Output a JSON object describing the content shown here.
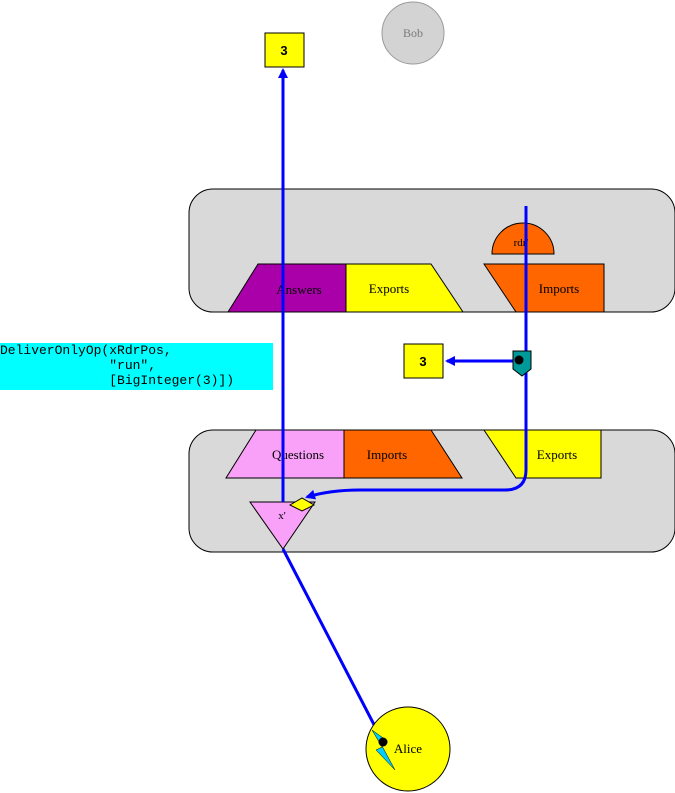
{
  "bob": {
    "label": "Bob"
  },
  "alice": {
    "label": "Alice"
  },
  "top_box": {
    "answers_label": "Answers",
    "exports_label": "Exports",
    "imports_label": "Imports",
    "rdr_label": "rdr'"
  },
  "bottom_box": {
    "questions_label": "Questions",
    "imports_label": "Imports",
    "exports_label": "Exports",
    "x_label": "x'"
  },
  "result_top": {
    "value": "3"
  },
  "result_mid": {
    "value": "3"
  },
  "message": {
    "lines": [
      "DeliverOnlyOp(xRdrPos,",
      "              \"run\",",
      "              [BigInteger(3)])"
    ]
  },
  "colors": {
    "vat_box": "#d9d9d9",
    "answers": "#aa00aa",
    "exports": "#ffff00",
    "imports": "#ff6600",
    "questions": "#f9a0f9",
    "arrow": "#0000ff",
    "message_bg": "#00ffff",
    "alice": "#ffff00",
    "bob": "#d3d3d3"
  }
}
